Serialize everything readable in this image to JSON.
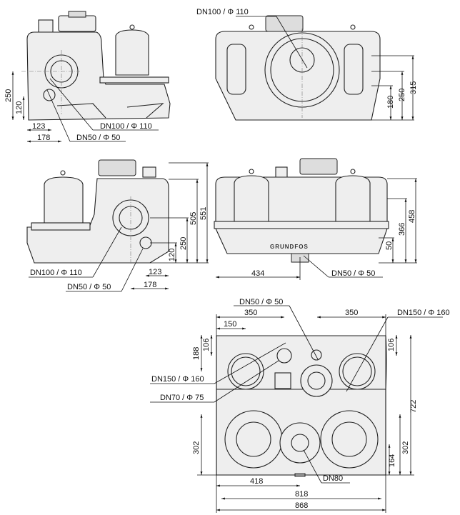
{
  "views": {
    "side_left": {
      "dims": {
        "h250": "250",
        "h120": "120",
        "w123": "123",
        "w178": "178"
      },
      "labels": {
        "inlet": "DN100 /   Φ 110",
        "vent": "DN50 /   Φ 50"
      }
    },
    "front_top": {
      "labels": {
        "inlet": "DN100 /   Φ 110"
      },
      "dims": {
        "h180": "180",
        "h250": "250",
        "h315": "315"
      }
    },
    "side_right": {
      "dims": {
        "h505": "505",
        "h551": "551",
        "h250": "250",
        "h120": "120",
        "w123": "123",
        "w178": "178"
      },
      "labels": {
        "inlet": "DN100 /   Φ 110",
        "vent": "DN50 /   Φ 50"
      }
    },
    "front": {
      "dims": {
        "h458": "458",
        "h366": "366",
        "h50": "50",
        "w434": "434"
      },
      "labels": {
        "vent": "DN50 /   Φ 50"
      },
      "logo": "GRUNDFOS"
    },
    "plan": {
      "labels": {
        "vent": "DN50 /   Φ 50",
        "inlet_right": "DN150 /   Φ 160",
        "inlet_left": "DN150 /   Φ 160",
        "port": "DN70 /   Φ 75",
        "outlet": "DN80"
      },
      "dims": {
        "w350a": "350",
        "w350b": "350",
        "w150": "150",
        "h106a": "106",
        "h106b": "106",
        "h188": "188",
        "h722": "722",
        "h302a": "302",
        "h302b": "302",
        "h164": "164",
        "w418": "418",
        "w818": "818",
        "w868": "868"
      }
    }
  }
}
